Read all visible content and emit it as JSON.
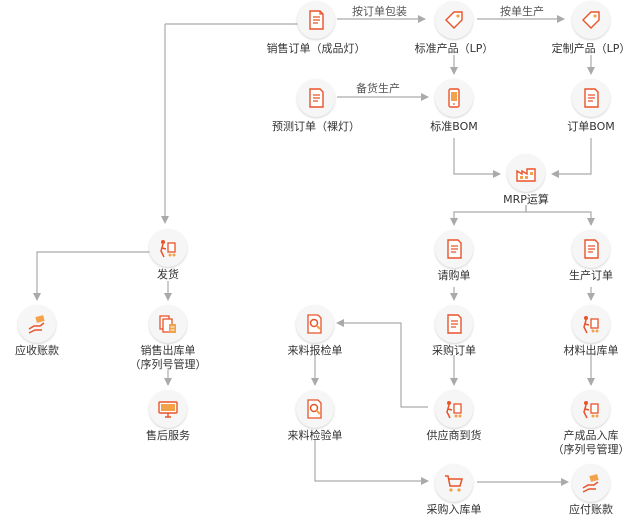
{
  "colors": {
    "accent": "#e8542a",
    "accent_light": "#f3a24a",
    "line": "#aaaaaa",
    "text": "#333333"
  },
  "nodes": {
    "sales_order": {
      "label": "销售订单（成品灯）",
      "icon": "document-icon"
    },
    "standard_product": {
      "label": "标准产品（LP）",
      "icon": "price-tag-icon"
    },
    "custom_product": {
      "label": "定制产品（LP）",
      "icon": "price-tag-icon"
    },
    "forecast_order": {
      "label": "预测订单（裸灯）",
      "icon": "document-icon"
    },
    "standard_bom": {
      "label": "标准BOM",
      "icon": "mobile-device-icon"
    },
    "order_bom": {
      "label": "订单BOM",
      "icon": "document-icon"
    },
    "mrp": {
      "label": "MRP运算",
      "icon": "factory-icon"
    },
    "shipping": {
      "label": "发货",
      "icon": "hand-truck-icon"
    },
    "accounts_receivable": {
      "label": "应收账款",
      "icon": "hand-money-icon"
    },
    "purchase_request": {
      "label": "请购单",
      "icon": "document-icon"
    },
    "production_order": {
      "label": "生产订单",
      "icon": "document-icon"
    },
    "sales_outbound": {
      "label": "销售出库单\n（序列号管理）",
      "icon": "calculator-documents-icon"
    },
    "incoming_report": {
      "label": "来料报检单",
      "icon": "magnifier-document-icon"
    },
    "purchase_order": {
      "label": "采购订单",
      "icon": "document-icon"
    },
    "material_outbound": {
      "label": "材料出库单",
      "icon": "hand-truck-icon"
    },
    "after_sales": {
      "label": "售后服务",
      "icon": "desktop-computer-icon"
    },
    "incoming_inspection": {
      "label": "来料检验单",
      "icon": "magnifier-document-icon"
    },
    "supplier_arrival": {
      "label": "供应商到货",
      "icon": "hand-truck-icon"
    },
    "finished_inbound": {
      "label": "产成品入库\n（序列号管理）",
      "icon": "hand-truck-icon"
    },
    "purchase_inbound": {
      "label": "采购入库单",
      "icon": "cart-icon"
    },
    "accounts_payable": {
      "label": "应付账款",
      "icon": "hand-money-icon"
    }
  },
  "edge_labels": {
    "by_order_package": "按订单包装",
    "by_order_production": "按单生产",
    "stock_production": "备货生产"
  }
}
